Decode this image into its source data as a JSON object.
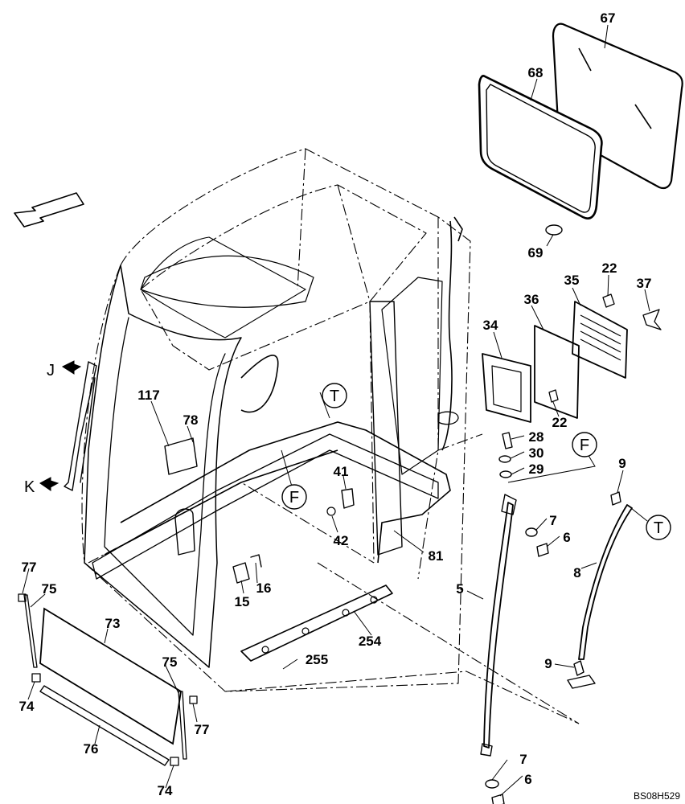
{
  "diagram": {
    "drawing_code": "BS08H529",
    "callouts": [
      "67",
      "68",
      "69",
      "22",
      "35",
      "37",
      "36",
      "34",
      "22",
      "28",
      "30",
      "29",
      "9",
      "7",
      "6",
      "8",
      "9",
      "7",
      "6",
      "5",
      "41",
      "42",
      "81",
      "117",
      "78",
      "16",
      "15",
      "254",
      "255",
      "77",
      "75",
      "73",
      "74",
      "75",
      "77",
      "76",
      "74"
    ],
    "view_markers": [
      "J",
      "K"
    ],
    "circled_refs": [
      "T",
      "F",
      "F",
      "T"
    ]
  }
}
